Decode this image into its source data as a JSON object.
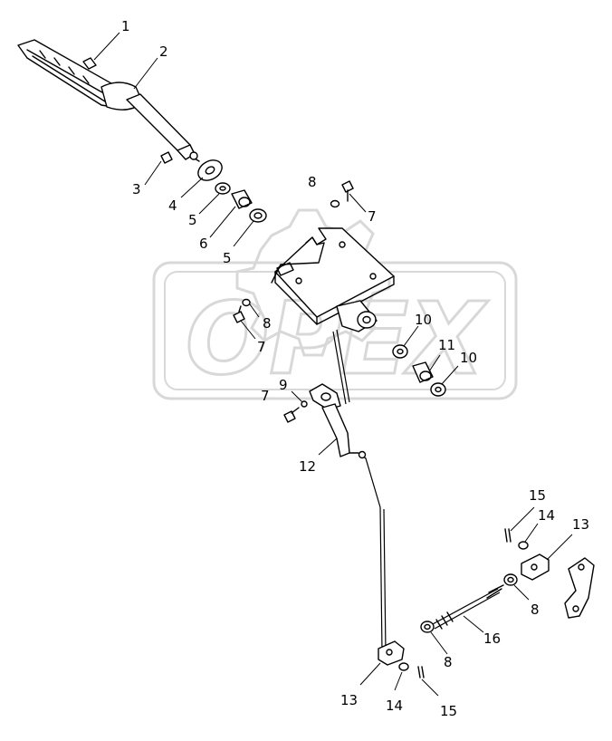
{
  "watermark": {
    "text": "OPEX",
    "color": "#b9b9b9"
  },
  "callouts": [
    {
      "id": "c1",
      "label": "1"
    },
    {
      "id": "c2",
      "label": "2"
    },
    {
      "id": "c3",
      "label": "3"
    },
    {
      "id": "c4",
      "label": "4"
    },
    {
      "id": "c5a",
      "label": "5"
    },
    {
      "id": "c6",
      "label": "6"
    },
    {
      "id": "c5b",
      "label": "5"
    },
    {
      "id": "c8a",
      "label": "8"
    },
    {
      "id": "c7a",
      "label": "7"
    },
    {
      "id": "c8b",
      "label": "8"
    },
    {
      "id": "c7b",
      "label": "7"
    },
    {
      "id": "c10a",
      "label": "10"
    },
    {
      "id": "c11",
      "label": "11"
    },
    {
      "id": "c10b",
      "label": "10"
    },
    {
      "id": "c9",
      "label": "9"
    },
    {
      "id": "c7c",
      "label": "7"
    },
    {
      "id": "c12",
      "label": "12"
    },
    {
      "id": "c15a",
      "label": "15"
    },
    {
      "id": "c14a",
      "label": "14"
    },
    {
      "id": "c13a",
      "label": "13"
    },
    {
      "id": "c8c",
      "label": "8"
    },
    {
      "id": "c16",
      "label": "16"
    },
    {
      "id": "c8d",
      "label": "8"
    },
    {
      "id": "c13b",
      "label": "13"
    },
    {
      "id": "c14b",
      "label": "14"
    },
    {
      "id": "c15b",
      "label": "15"
    }
  ]
}
